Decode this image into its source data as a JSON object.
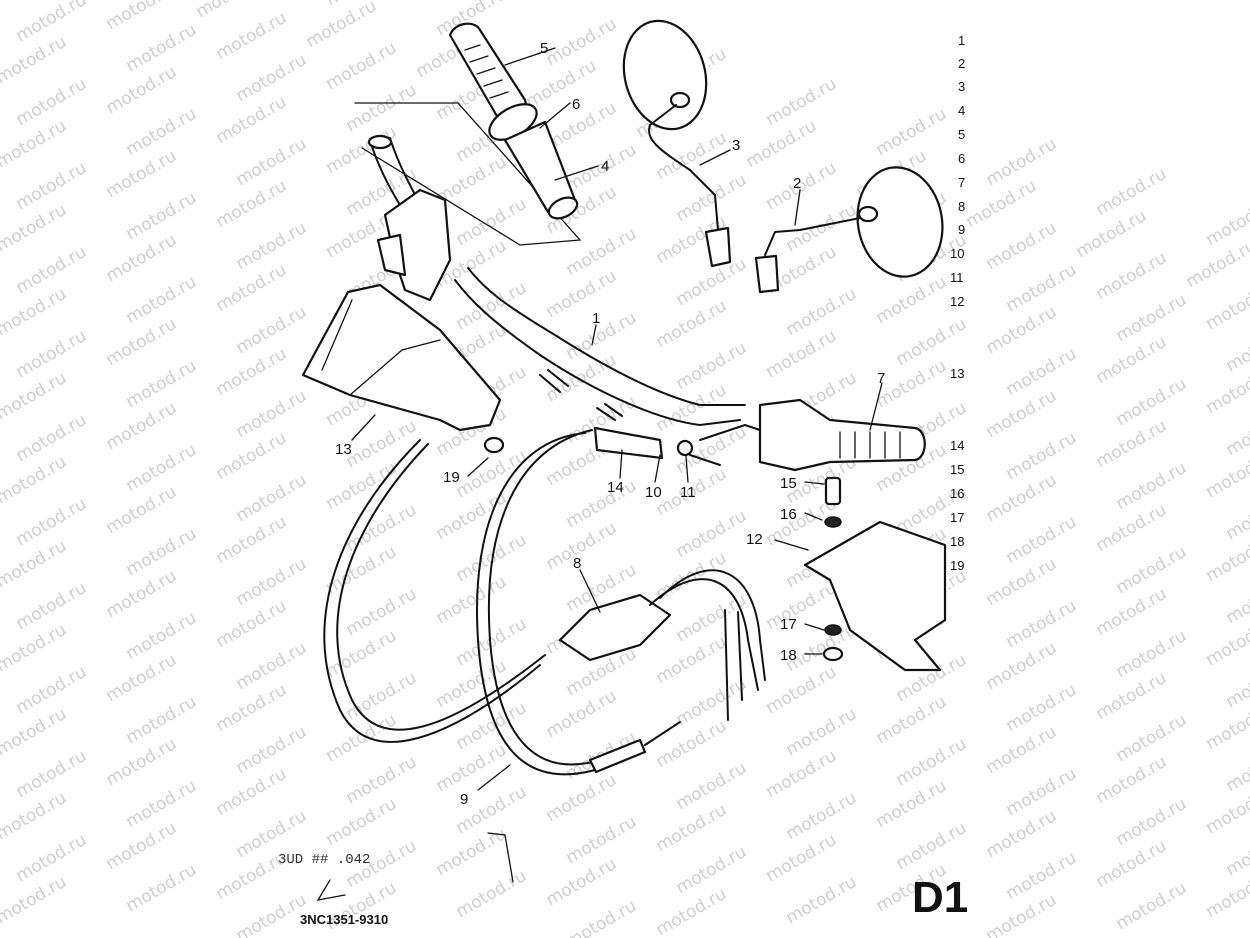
{
  "watermark": "motod.ru",
  "callouts": [
    {
      "id": "1",
      "text": "1"
    },
    {
      "id": "2",
      "text": "2"
    },
    {
      "id": "3",
      "text": "3"
    },
    {
      "id": "4",
      "text": "4"
    },
    {
      "id": "5",
      "text": "5"
    },
    {
      "id": "6",
      "text": "6"
    },
    {
      "id": "7",
      "text": "7"
    },
    {
      "id": "8",
      "text": "8"
    },
    {
      "id": "9",
      "text": "9"
    },
    {
      "id": "10",
      "text": "10"
    },
    {
      "id": "11",
      "text": "11"
    },
    {
      "id": "12",
      "text": "12"
    },
    {
      "id": "13",
      "text": "13"
    },
    {
      "id": "14",
      "text": "14"
    },
    {
      "id": "15",
      "text": "15"
    },
    {
      "id": "16",
      "text": "16"
    },
    {
      "id": "17a",
      "text": "17"
    },
    {
      "id": "18",
      "text": "18"
    },
    {
      "id": "19",
      "text": "19"
    }
  ],
  "index_column": [
    "1",
    "2",
    "3",
    "4",
    "5",
    "6",
    "7",
    "8",
    "9",
    "10",
    "11",
    "12",
    "13",
    "14",
    "15",
    "16",
    "17",
    "18",
    "19"
  ],
  "footer": {
    "page_marker": "D1",
    "drawing_code": "3NC1351-9310",
    "faint_code": "3UD ## .042"
  }
}
